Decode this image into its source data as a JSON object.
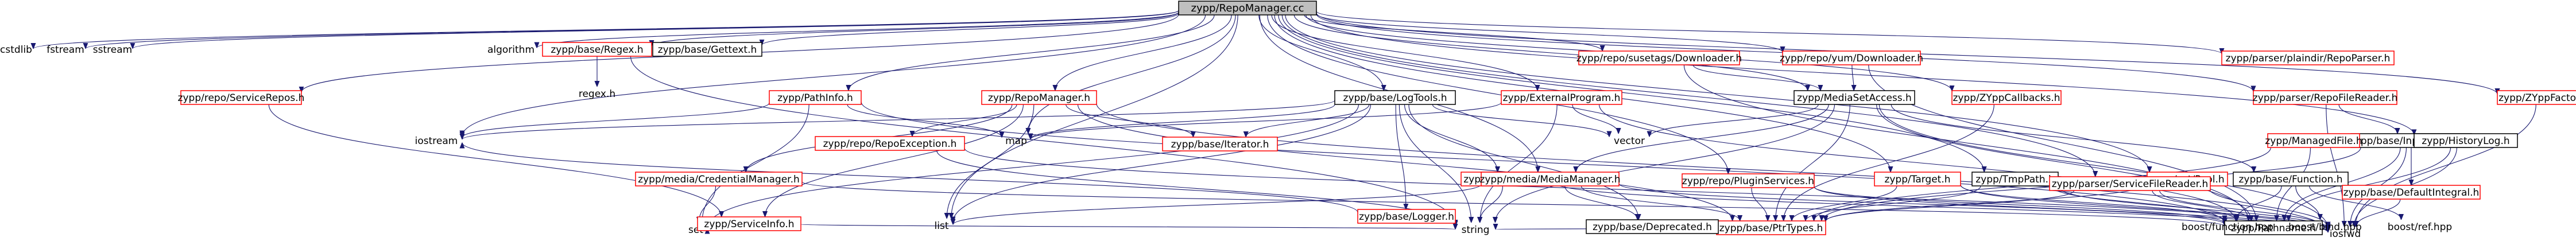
{
  "graph": {
    "colors": {
      "edge": "#191970",
      "border_linked": "#ff0000",
      "border_plain": "#000000",
      "root_fill": "#bfbfbf"
    },
    "nodes": [
      {
        "id": "root",
        "label": "zypp/RepoManager.cc",
        "style": "root"
      },
      {
        "id": "cstdlib",
        "label": "cstdlib",
        "style": "plain"
      },
      {
        "id": "fstream",
        "label": "fstream",
        "style": "plain"
      },
      {
        "id": "sstream",
        "label": "sstream",
        "style": "plain"
      },
      {
        "id": "list",
        "label": "list",
        "style": "plain"
      },
      {
        "id": "algorithm",
        "label": "algorithm",
        "style": "plain"
      },
      {
        "id": "regex_h",
        "label": "zypp/base/Regex.h",
        "style": "red"
      },
      {
        "id": "regex",
        "label": "regex.h",
        "style": "plain"
      },
      {
        "id": "gettext",
        "label": "zypp/base/Gettext.h",
        "style": "black"
      },
      {
        "id": "logtools",
        "label": "zypp/base/LogTools.h",
        "style": "black"
      },
      {
        "id": "iostream",
        "label": "iostream",
        "style": "plain"
      },
      {
        "id": "map",
        "label": "map",
        "style": "plain"
      },
      {
        "id": "vector",
        "label": "vector",
        "style": "plain"
      },
      {
        "id": "set",
        "label": "set",
        "style": "plain"
      },
      {
        "id": "string",
        "label": "string",
        "style": "plain"
      },
      {
        "id": "iterator",
        "label": "zypp/base/Iterator.h",
        "style": "red"
      },
      {
        "id": "hash",
        "label": "zypp/base/Hash.h",
        "style": "red"
      },
      {
        "id": "logger",
        "label": "zypp/base/Logger.h",
        "style": "red"
      },
      {
        "id": "ptrtypes",
        "label": "zypp/base/PtrTypes.h",
        "style": "red"
      },
      {
        "id": "deprecated",
        "label": "zypp/base/Deprecated.h",
        "style": "black"
      },
      {
        "id": "pathinfo",
        "label": "zypp/PathInfo.h",
        "style": "red"
      },
      {
        "id": "pathname",
        "label": "zypp/Pathname.h",
        "style": "black"
      },
      {
        "id": "iosfwd",
        "label": "iosfwd",
        "style": "plain"
      },
      {
        "id": "repomanager",
        "label": "zypp/RepoManager.h",
        "style": "red"
      },
      {
        "id": "repoexception",
        "label": "zypp/repo/RepoException.h",
        "style": "red"
      },
      {
        "id": "credentialmanager",
        "label": "zypp/media/CredentialManager.h",
        "style": "red"
      },
      {
        "id": "serviceinfo",
        "label": "zypp/ServiceInfo.h",
        "style": "red"
      },
      {
        "id": "servicerepos",
        "label": "zypp/repo/ServiceRepos.h",
        "style": "red"
      },
      {
        "id": "externalprogram",
        "label": "zypp/ExternalProgram.h",
        "style": "red"
      },
      {
        "id": "mediamanager",
        "label": "zypp/media/MediaManager.h",
        "style": "red"
      },
      {
        "id": "susetags",
        "label": "zypp/repo/susetags/Downloader.h",
        "style": "red"
      },
      {
        "id": "mediasetaccess",
        "label": "zypp/MediaSetAccess.h",
        "style": "black"
      },
      {
        "id": "yumdownloader",
        "label": "zypp/repo/yum/Downloader.h",
        "style": "red"
      },
      {
        "id": "pluginservices",
        "label": "zypp/repo/PluginServices.h",
        "style": "red"
      },
      {
        "id": "zyppcallbacks",
        "label": "zypp/ZYppCallbacks.h",
        "style": "red"
      },
      {
        "id": "target",
        "label": "zypp/Target.h",
        "style": "red"
      },
      {
        "id": "tmppath",
        "label": "zypp/TmpPath.h",
        "style": "black"
      },
      {
        "id": "pool",
        "label": "zypp/sat/Pool.h",
        "style": "red"
      },
      {
        "id": "plaindir",
        "label": "zypp/parser/plaindir/RepoParser.h",
        "style": "red"
      },
      {
        "id": "servicefilereader",
        "label": "zypp/parser/ServiceFileReader.h",
        "style": "red"
      },
      {
        "id": "repofilereader",
        "label": "zypp/parser/RepoFileReader.h",
        "style": "red"
      },
      {
        "id": "function",
        "label": "zypp/base/Function.h",
        "style": "black"
      },
      {
        "id": "inputstream",
        "label": "zypp/base/InputStream.h",
        "style": "black"
      },
      {
        "id": "managedfile",
        "label": "zypp/ManagedFile.h",
        "style": "red"
      },
      {
        "id": "historylog",
        "label": "zypp/HistoryLog.h",
        "style": "black"
      },
      {
        "id": "zyppfactory",
        "label": "zypp/ZYppFactory.h",
        "style": "red"
      },
      {
        "id": "boostfunction",
        "label": "boost/function.hpp",
        "style": "plain"
      },
      {
        "id": "boostbind",
        "label": "boost/bind.hpp",
        "style": "plain"
      },
      {
        "id": "boostref",
        "label": "boost/ref.hpp",
        "style": "plain"
      },
      {
        "id": "defaultintegral",
        "label": "zypp/base/DefaultIntegral.h",
        "style": "red"
      }
    ],
    "edges": [
      [
        "root",
        "cstdlib"
      ],
      [
        "root",
        "fstream"
      ],
      [
        "root",
        "sstream"
      ],
      [
        "root",
        "list"
      ],
      [
        "root",
        "algorithm"
      ],
      [
        "root",
        "regex_h"
      ],
      [
        "root",
        "gettext"
      ],
      [
        "root",
        "logtools"
      ],
      [
        "root",
        "pathinfo"
      ],
      [
        "root",
        "repomanager"
      ],
      [
        "root",
        "servicerepos"
      ],
      [
        "root",
        "externalprogram"
      ],
      [
        "root",
        "mediamanager"
      ],
      [
        "root",
        "susetags"
      ],
      [
        "root",
        "mediasetaccess"
      ],
      [
        "root",
        "yumdownloader"
      ],
      [
        "root",
        "pluginservices"
      ],
      [
        "root",
        "zyppcallbacks"
      ],
      [
        "root",
        "target"
      ],
      [
        "root",
        "tmppath"
      ],
      [
        "root",
        "pool"
      ],
      [
        "root",
        "plaindir"
      ],
      [
        "root",
        "servicefilereader"
      ],
      [
        "root",
        "repofilereader"
      ],
      [
        "root",
        "historylog"
      ],
      [
        "root",
        "zyppfactory"
      ],
      [
        "root",
        "iostream"
      ],
      [
        "root",
        "map"
      ],
      [
        "regex_h",
        "regex"
      ],
      [
        "regex_h",
        "string"
      ],
      [
        "logtools",
        "iostream"
      ],
      [
        "logtools",
        "string"
      ],
      [
        "logtools",
        "vector"
      ],
      [
        "logtools",
        "list"
      ],
      [
        "logtools",
        "set"
      ],
      [
        "logtools",
        "map"
      ],
      [
        "logtools",
        "hash"
      ],
      [
        "logtools",
        "logger"
      ],
      [
        "logtools",
        "iterator"
      ],
      [
        "logtools",
        "deprecated"
      ],
      [
        "hash",
        "iosfwd"
      ],
      [
        "hash",
        "string"
      ],
      [
        "logger",
        "iostream"
      ],
      [
        "ptrtypes",
        "string"
      ],
      [
        "pathinfo",
        "iostream"
      ],
      [
        "pathinfo",
        "set"
      ],
      [
        "pathinfo",
        "map"
      ],
      [
        "pathinfo",
        "pathname"
      ],
      [
        "repomanager",
        "iosfwd"
      ],
      [
        "repomanager",
        "list"
      ],
      [
        "repomanager",
        "ptrtypes"
      ],
      [
        "repomanager",
        "iterator"
      ],
      [
        "repomanager",
        "repoexception"
      ],
      [
        "repomanager",
        "credentialmanager"
      ],
      [
        "repomanager",
        "serviceinfo"
      ],
      [
        "repoexception",
        "iosfwd"
      ],
      [
        "repoexception",
        "string"
      ],
      [
        "credentialmanager",
        "set"
      ],
      [
        "credentialmanager",
        "pathname"
      ],
      [
        "serviceinfo",
        "set"
      ],
      [
        "serviceinfo",
        "string"
      ],
      [
        "servicerepos",
        "serviceinfo"
      ],
      [
        "externalprogram",
        "map"
      ],
      [
        "externalprogram",
        "string"
      ],
      [
        "externalprogram",
        "vector"
      ],
      [
        "externalprogram",
        "pathname"
      ],
      [
        "mediamanager",
        "list"
      ],
      [
        "mediamanager",
        "ptrtypes"
      ],
      [
        "mediamanager",
        "deprecated"
      ],
      [
        "mediamanager",
        "pathname"
      ],
      [
        "susetags",
        "mediasetaccess"
      ],
      [
        "susetags",
        "pathname"
      ],
      [
        "mediasetaccess",
        "iosfwd"
      ],
      [
        "mediasetaccess",
        "string"
      ],
      [
        "mediasetaccess",
        "vector"
      ],
      [
        "mediasetaccess",
        "ptrtypes"
      ],
      [
        "mediasetaccess",
        "pathname"
      ],
      [
        "mediasetaccess",
        "mediamanager"
      ],
      [
        "mediasetaccess",
        "function"
      ],
      [
        "yumdownloader",
        "mediasetaccess"
      ],
      [
        "yumdownloader",
        "pathname"
      ],
      [
        "pluginservices",
        "iosfwd"
      ],
      [
        "pluginservices",
        "ptrtypes"
      ],
      [
        "pluginservices",
        "pathname"
      ],
      [
        "zyppcallbacks",
        "ptrtypes"
      ],
      [
        "target",
        "iosfwd"
      ],
      [
        "target",
        "ptrtypes"
      ],
      [
        "target",
        "pathname"
      ],
      [
        "tmppath",
        "iosfwd"
      ],
      [
        "tmppath",
        "ptrtypes"
      ],
      [
        "tmppath",
        "pathname"
      ],
      [
        "pool",
        "ptrtypes"
      ],
      [
        "pool",
        "iosfwd"
      ],
      [
        "servicefilereader",
        "iosfwd"
      ],
      [
        "servicefilereader",
        "ptrtypes"
      ],
      [
        "servicefilereader",
        "pathname"
      ],
      [
        "repofilereader",
        "inputstream"
      ],
      [
        "repofilereader",
        "iosfwd"
      ],
      [
        "function",
        "boostfunction"
      ],
      [
        "function",
        "boostbind"
      ],
      [
        "function",
        "boostref"
      ],
      [
        "inputstream",
        "iosfwd"
      ],
      [
        "inputstream",
        "ptrtypes"
      ],
      [
        "inputstream",
        "defaultintegral"
      ],
      [
        "inputstream",
        "pathname"
      ],
      [
        "managedfile",
        "ptrtypes"
      ],
      [
        "managedfile",
        "pathname"
      ],
      [
        "historylog",
        "iosfwd"
      ],
      [
        "historylog",
        "pathname"
      ],
      [
        "zyppfactory",
        "iosfwd"
      ],
      [
        "defaultintegral",
        "iosfwd"
      ]
    ]
  }
}
